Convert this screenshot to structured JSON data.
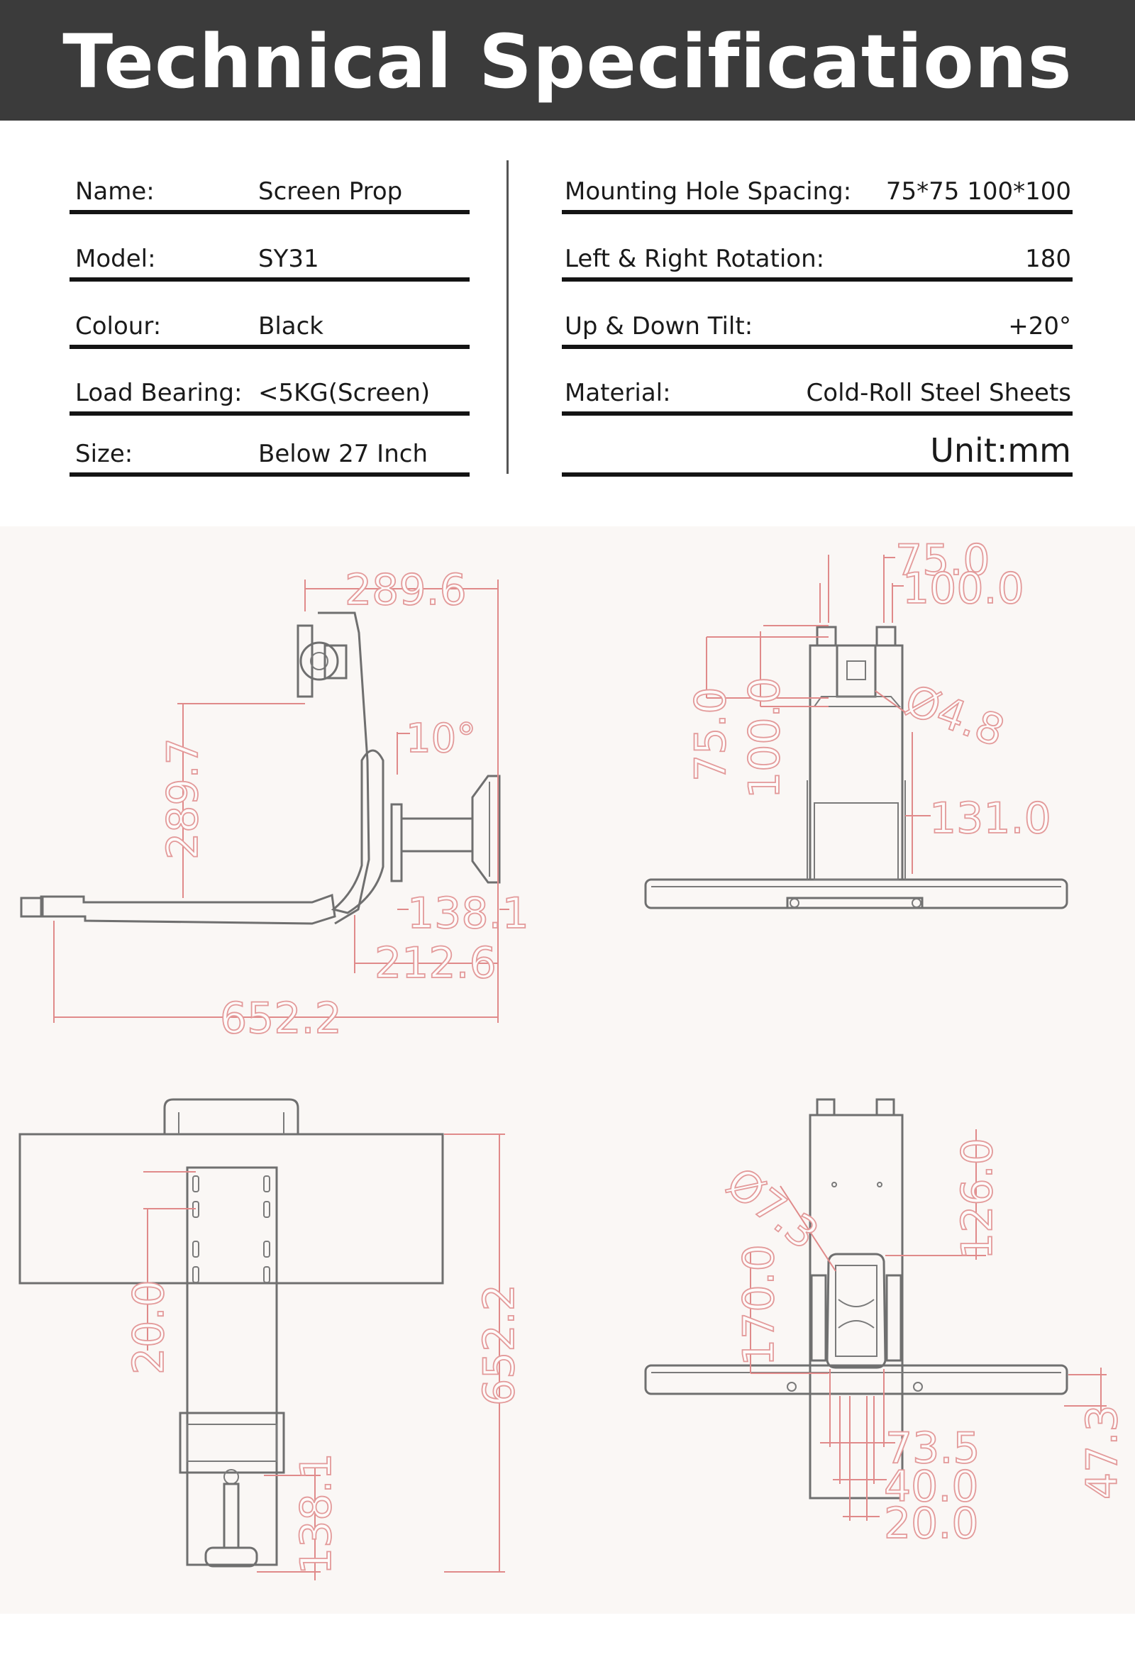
{
  "header": {
    "title": "Technical Specifications"
  },
  "specs_left": [
    {
      "label": "Name:",
      "value": "Screen Prop"
    },
    {
      "label": "Model:",
      "value": "SY31"
    },
    {
      "label": "Colour:",
      "value": "Black"
    },
    {
      "label": "Load Bearing:",
      "value": "<5KG(Screen)"
    },
    {
      "label": "Size:",
      "value": "Below 27 Inch"
    }
  ],
  "specs_right": [
    {
      "label": "Mounting Hole Spacing:",
      "value": "75*75 100*100"
    },
    {
      "label": "Left & Right Rotation:",
      "value": "180"
    },
    {
      "label": "Up & Down Tilt:",
      "value": "+20°"
    },
    {
      "label": "Material:",
      "value": "Cold-Roll Steel Sheets"
    }
  ],
  "unit": "Unit:mm",
  "dimensions": {
    "side_view": {
      "top_width": "289.6",
      "height": "289.7",
      "tilt": "10°",
      "arm": "138.1",
      "base_offset": "212.6",
      "total_length": "652.2"
    },
    "front_view": {
      "hole_75": "75.0",
      "hole_100": "100.0",
      "hole_75_v": "75.0",
      "hole_100_v": "100.0",
      "hole_dia": "Ø4.8",
      "height": "131.0"
    },
    "top_view": {
      "slot_spacing": "20.0",
      "total_length": "652.2",
      "foot": "138.1"
    },
    "bottom_view": {
      "bolt_dia": "Ø7.3",
      "height_126": "126.0",
      "height_170": "170.0",
      "w_73": "73.5",
      "w_40": "40.0",
      "w_20": "20.0",
      "clamp": "47.3"
    }
  }
}
